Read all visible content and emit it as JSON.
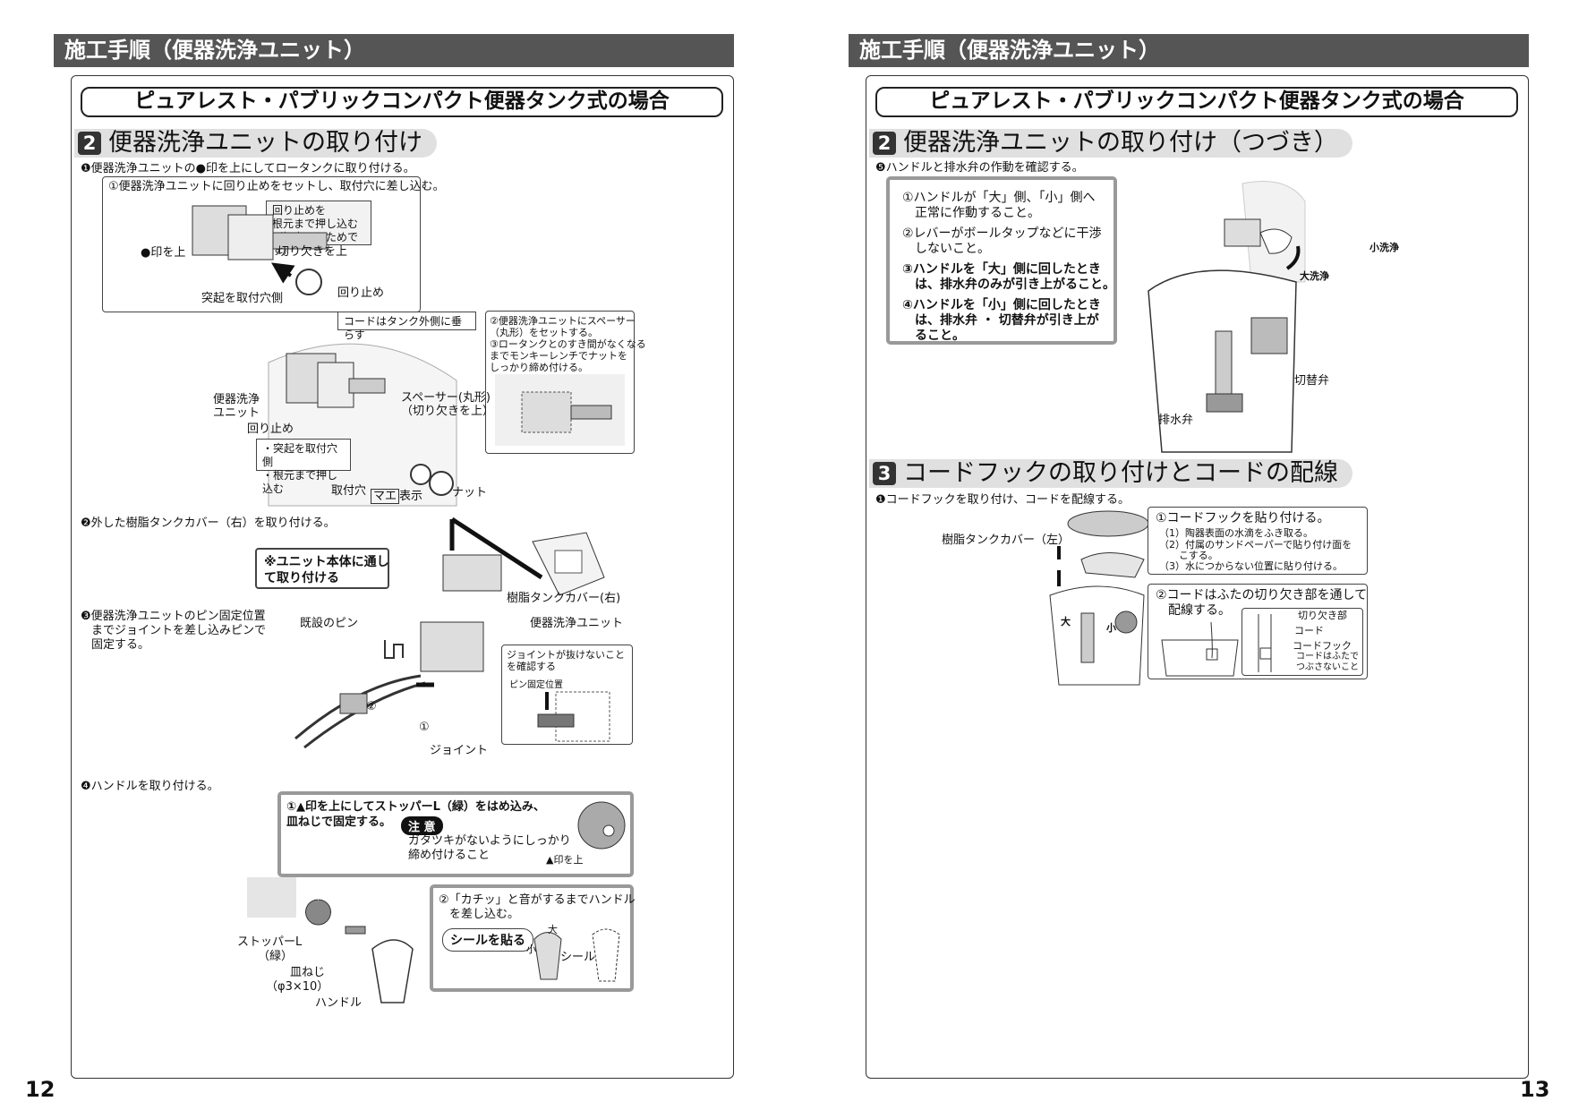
{
  "left": {
    "header": "施工手順（便器洗浄ユニット）",
    "banner": "ピュアレスト・パブリックコンパクト便器タンク式の場合",
    "section_num": "2",
    "section_title": "便器洗浄ユニットの取り付け",
    "step1": "❶便器洗浄ユニットの●印を上にしてロータンクに取り付ける。",
    "detail1": {
      "title": "①便器洗浄ユニットに回り止めをセットし、取付穴に差し込む。",
      "note": [
        "回り止めを",
        "根元まで押し込む",
        "（押力はかためです）"
      ],
      "mark_up": "●印を上",
      "notch_up": "切り欠きを上",
      "stopper": "回り止め",
      "protrusion": "突起を取付穴側"
    },
    "cord_note": "コードはタンク外側に垂らす",
    "spacer_note": [
      "②便器洗浄ユニットにスペーサー",
      "（丸形）をセットする。",
      "③ロータンクとのすき間がなくなる",
      "までモンキーレンチでナットを",
      "しっかり締め付ける。"
    ],
    "unit_label": [
      "便器洗浄",
      "ユニット"
    ],
    "stopper_label": "回り止め",
    "push_notes": [
      "・突起を取付穴側",
      "・根元まで押し込む"
    ],
    "spacer_label": [
      "スペーサー(丸形)",
      "（切り欠きを上）"
    ],
    "mount_hole": "取付穴",
    "mark_display_box": "マエ",
    "mark_display": "表示",
    "nut": "ナット",
    "step2": "❷外した樹脂タンクカバー（右）を取り付ける。",
    "step2_note": [
      "※ユニット本体に通し",
      "て取り付ける"
    ],
    "cover_right": "樹脂タンクカバー(右)",
    "step3": [
      "❸便器洗浄ユニットのピン固定位置",
      "までジョイントを差し込みピンで",
      "固定する。"
    ],
    "existing_pin": "既設のピン",
    "unit2": "便器洗浄ユニット",
    "joint_note": [
      "ジョイントが抜けないこと",
      "を確認する"
    ],
    "pin_pos": "ピン固定位置",
    "circle2": "②",
    "circle1": "①",
    "joint": "ジョイント",
    "step4": "❹ハンドルを取り付ける。",
    "handle_box": {
      "text1": "①▲印を上にしてストッパーL（緑）をはめ込み、",
      "text2": "皿ねじで固定する。",
      "caution_tag": "注 意",
      "caution1": "ガタツキがないようにしっかり",
      "caution2": "締め付けること",
      "mark": "▲印を上"
    },
    "click_box": {
      "text1": "②「カチッ」と音がするまでハンドル",
      "text2": "を差し込む。",
      "pill": "シールを貼る",
      "seal": "シール",
      "big": "大",
      "small": "小"
    },
    "stopper_l": [
      "ストッパーL",
      "（緑）"
    ],
    "screw": [
      "皿ねじ",
      "（φ3×10）"
    ],
    "handle": "ハンドル",
    "page_number": "12"
  },
  "right": {
    "header": "施工手順（便器洗浄ユニット）",
    "banner": "ピュアレスト・パブリックコンパクト便器タンク式の場合",
    "section2_num": "2",
    "section2_title": "便器洗浄ユニットの取り付け（つづき）",
    "step5": "❺ハンドルと排水弁の作動を確認する。",
    "checks": [
      "①ハンドルが「大」側、「小」側へ",
      "　正常に作動すること。",
      "②レバーがボールタップなどに干渉",
      "　しないこと。",
      "③ハンドルを「大」側に回したとき",
      "　は、排水弁のみが引き上がること。",
      "④ハンドルを「小」側に回したとき",
      "　は、排水弁 ・ 切替弁が引き上が",
      "　ること。"
    ],
    "small_flush": "小洗浄",
    "big_flush": "大洗浄",
    "switch_valve": "切替弁",
    "drain_valve": "排水弁",
    "section3_num": "3",
    "section3_title": "コードフックの取り付けとコードの配線",
    "step1": "❶コードフックを取り付け、コードを配線する。",
    "cover_left": "樹脂タンクカバー（左）",
    "hook_box": [
      "①コードフックを貼り付ける。",
      "（1）陶器表面の水滴をふき取る。",
      "（2）付属のサンドペーパーで貼り付け面を",
      "　　こする。",
      "（3）水につからない位置に貼り付ける。"
    ],
    "route_box": [
      "②コードはふたの切り欠き部を通して",
      "　配線する。"
    ],
    "notch": "切り欠き部",
    "cord": "コード",
    "cord_hook": [
      "コードフック",
      "コードはふたで",
      "つぶさないこと"
    ],
    "big": "大",
    "small": "小",
    "page_number": "13"
  }
}
